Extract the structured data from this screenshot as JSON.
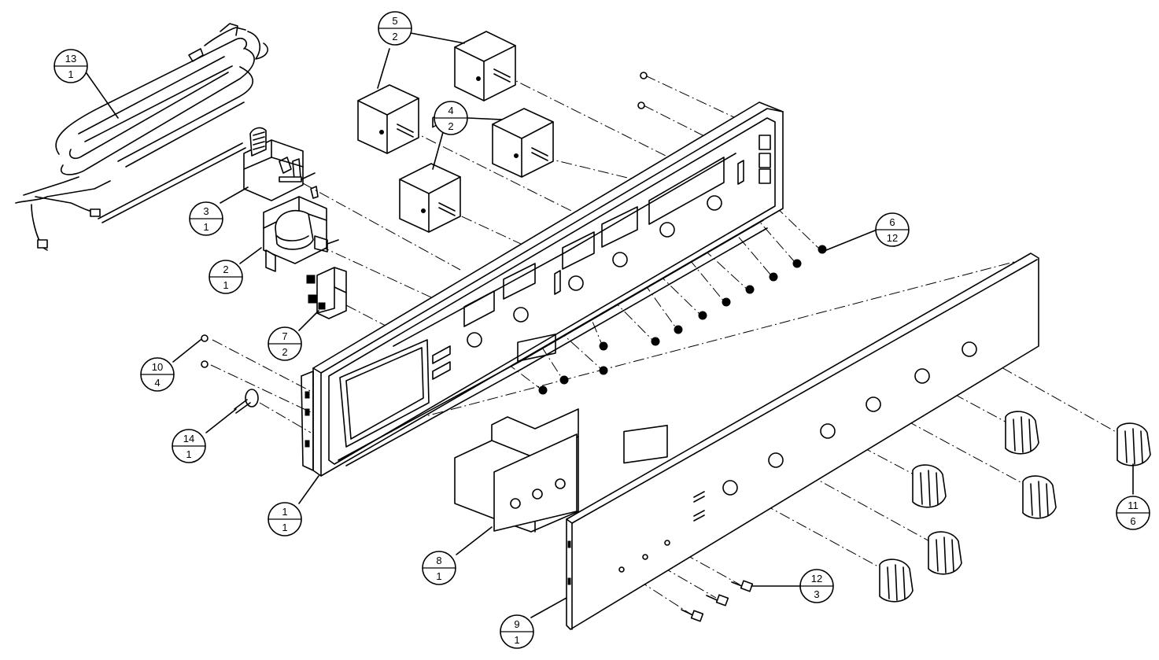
{
  "callouts": [
    {
      "id": "c13",
      "top": "13",
      "bottom": "1"
    },
    {
      "id": "c5",
      "top": "5",
      "bottom": "2"
    },
    {
      "id": "c4",
      "top": "4",
      "bottom": "2"
    },
    {
      "id": "c3",
      "top": "3",
      "bottom": "1"
    },
    {
      "id": "c2",
      "top": "2",
      "bottom": "1"
    },
    {
      "id": "c7",
      "top": "7",
      "bottom": "2"
    },
    {
      "id": "c10",
      "top": "10",
      "bottom": "4"
    },
    {
      "id": "c14",
      "top": "14",
      "bottom": "1"
    },
    {
      "id": "c1",
      "top": "1",
      "bottom": "1"
    },
    {
      "id": "c8",
      "top": "8",
      "bottom": "1"
    },
    {
      "id": "c9",
      "top": "9",
      "bottom": "1"
    },
    {
      "id": "c6",
      "top": "6",
      "bottom": "12"
    },
    {
      "id": "c11",
      "top": "11",
      "bottom": "6"
    },
    {
      "id": "c12",
      "top": "12",
      "bottom": "3"
    }
  ]
}
